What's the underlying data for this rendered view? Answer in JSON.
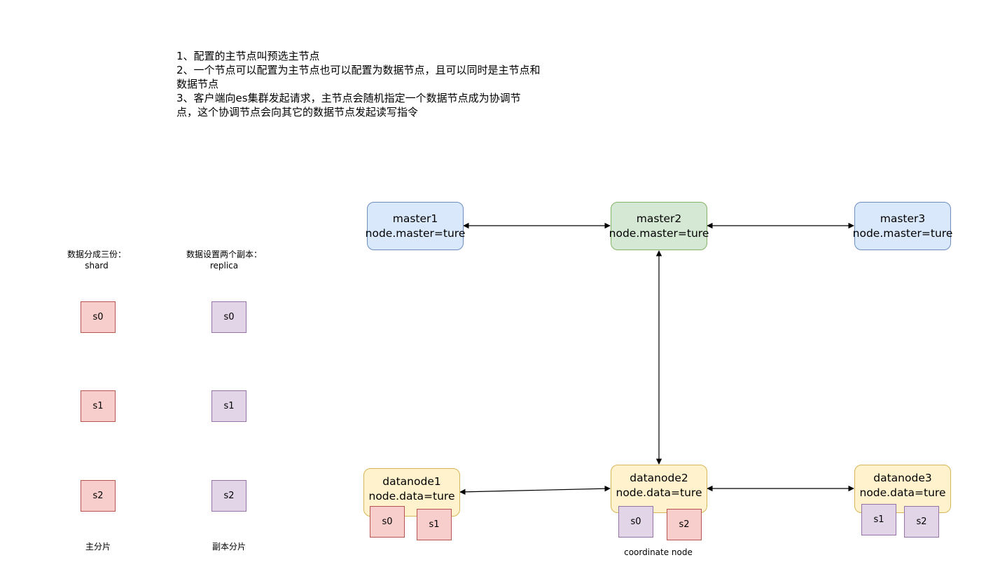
{
  "notes": [
    "1、配置的主节点叫预选主节点",
    "2、一个节点可以配置为主节点也可以配置为数据节点，且可以同时是主节点和数据节点",
    "3、客户端向es集群发起请求，主节点会随机指定一个数据节点成为协调节点，这个协调节点会向其它的数据节点发起读写指令"
  ],
  "legend": {
    "shard_heading": "数据分成三份：",
    "shard_sub": "shard",
    "replica_heading": "数据设置两个副本：",
    "replica_sub": "replica",
    "primary_caption": "主分片",
    "replica_caption": "副本分片",
    "primary_shards": [
      "s0",
      "s1",
      "s2"
    ],
    "replica_shards": [
      "s0",
      "s1",
      "s2"
    ]
  },
  "masters": [
    {
      "name": "master1",
      "config": "node.master=ture"
    },
    {
      "name": "master2",
      "config": "node.master=ture"
    },
    {
      "name": "master3",
      "config": "node.master=ture"
    }
  ],
  "datanodes": [
    {
      "name": "datanode1",
      "config": "node.data=ture",
      "shards": [
        "s0",
        "s1"
      ]
    },
    {
      "name": "datanode2",
      "config": "node.data=ture",
      "shards": [
        "s0",
        "s2"
      ],
      "role_label": "coordinate node"
    },
    {
      "name": "datanode3",
      "config": "node.data=ture",
      "shards": [
        "s1",
        "s2"
      ]
    }
  ],
  "colors": {
    "master_fill": "#dae8fc",
    "master_stroke": "#6c8ebf",
    "main_master_fill": "#d5e8d4",
    "main_master_stroke": "#82b366",
    "data_fill": "#fff2cc",
    "data_stroke": "#d6b656",
    "primary_fill": "#f8cecc",
    "primary_stroke": "#b85450",
    "replica_fill": "#e1d5e7",
    "replica_stroke": "#9673a6"
  }
}
